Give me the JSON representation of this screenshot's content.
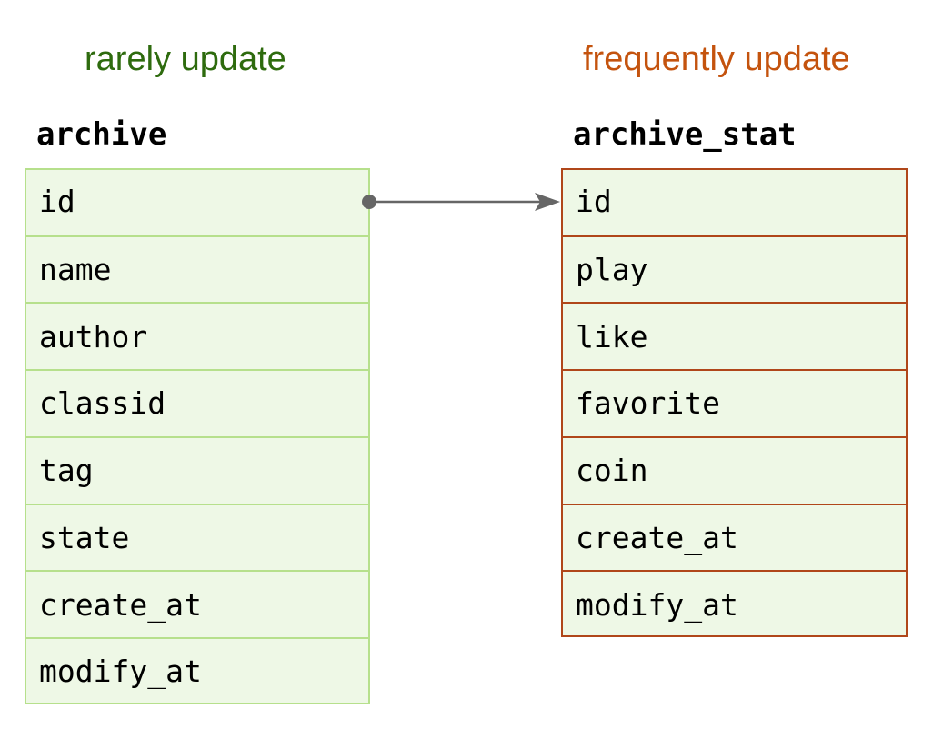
{
  "left": {
    "caption": "rarely update",
    "caption_color": "#2e6b0e",
    "title": "archive",
    "border_color": "#b6e08c",
    "fields": [
      "id",
      "name",
      "author",
      "classid",
      "tag",
      "state",
      "create_at",
      "modify_at"
    ]
  },
  "right": {
    "caption": "frequently update",
    "caption_color": "#c4530e",
    "title": "archive_stat",
    "border_color": "#b0471a",
    "fields": [
      "id",
      "play",
      "like",
      "favorite",
      "coin",
      "create_at",
      "modify_at"
    ]
  },
  "relation": {
    "from": "archive.id",
    "to": "archive_stat.id",
    "color": "#666666"
  }
}
